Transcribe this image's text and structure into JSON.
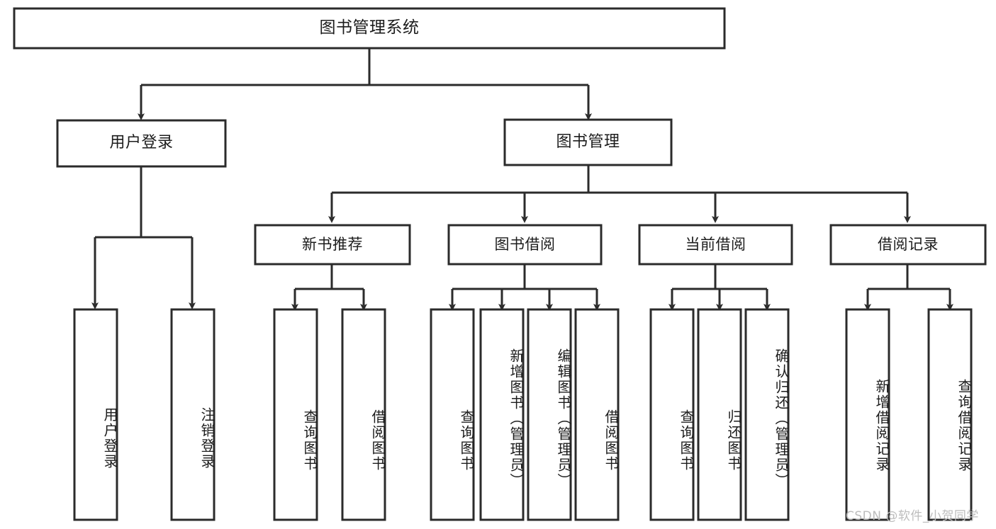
{
  "diagram": {
    "type": "tree-hierarchy",
    "title": "图书管理系统",
    "root": {
      "label": "图书管理系统",
      "orientation": "horizontal"
    },
    "level2": [
      {
        "label": "用户登录",
        "orientation": "horizontal"
      },
      {
        "label": "图书管理",
        "orientation": "horizontal"
      }
    ],
    "level3": [
      {
        "label": "新书推荐",
        "orientation": "horizontal",
        "parent": "图书管理"
      },
      {
        "label": "图书借阅",
        "orientation": "horizontal",
        "parent": "图书管理"
      },
      {
        "label": "当前借阅",
        "orientation": "horizontal",
        "parent": "图书管理"
      },
      {
        "label": "借阅记录",
        "orientation": "horizontal",
        "parent": "图书管理"
      }
    ],
    "leaves": [
      {
        "label": "用户登录",
        "orientation": "vertical",
        "parent": "用户登录"
      },
      {
        "label": "注销登录",
        "orientation": "vertical",
        "parent": "用户登录"
      },
      {
        "label": "查询图书",
        "orientation": "vertical",
        "parent": "新书推荐"
      },
      {
        "label": "借阅图书",
        "orientation": "vertical",
        "parent": "新书推荐"
      },
      {
        "label": "查询图书",
        "orientation": "vertical",
        "parent": "图书借阅"
      },
      {
        "label": "新增图书（管理员）",
        "orientation": "vertical",
        "parent": "图书借阅"
      },
      {
        "label": "编辑图书（管理员）",
        "orientation": "vertical",
        "parent": "图书借阅"
      },
      {
        "label": "借阅图书",
        "orientation": "vertical",
        "parent": "图书借阅"
      },
      {
        "label": "查询图书",
        "orientation": "vertical",
        "parent": "当前借阅"
      },
      {
        "label": "归还图书",
        "orientation": "vertical",
        "parent": "当前借阅"
      },
      {
        "label": "确认归还（管理员）",
        "orientation": "vertical",
        "parent": "当前借阅"
      },
      {
        "label": "新增借阅记录",
        "orientation": "vertical",
        "parent": "借阅记录"
      },
      {
        "label": "查询借阅记录",
        "orientation": "vertical",
        "parent": "借阅记录"
      }
    ],
    "colors": {
      "stroke": "#2b2b2b",
      "fill": "#ffffff",
      "text": "#1c1c1c",
      "watermark": "#bdbdbd"
    }
  },
  "watermark": {
    "text": "CSDN @软件_小贺同学"
  }
}
